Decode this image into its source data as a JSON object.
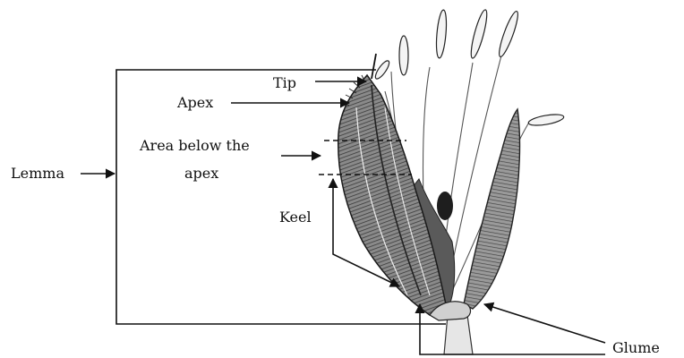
{
  "labels": {
    "tip": "Tip",
    "apex": "Apex",
    "area_below_line1": "Area below the",
    "area_below_line2": "apex",
    "lemma": "Lemma",
    "keel": "Keel",
    "glume": "Glume"
  },
  "colors": {
    "ink": "#111111",
    "spikelet_fill": "#6f6f6f",
    "spikelet_dark": "#3a3a3a"
  }
}
